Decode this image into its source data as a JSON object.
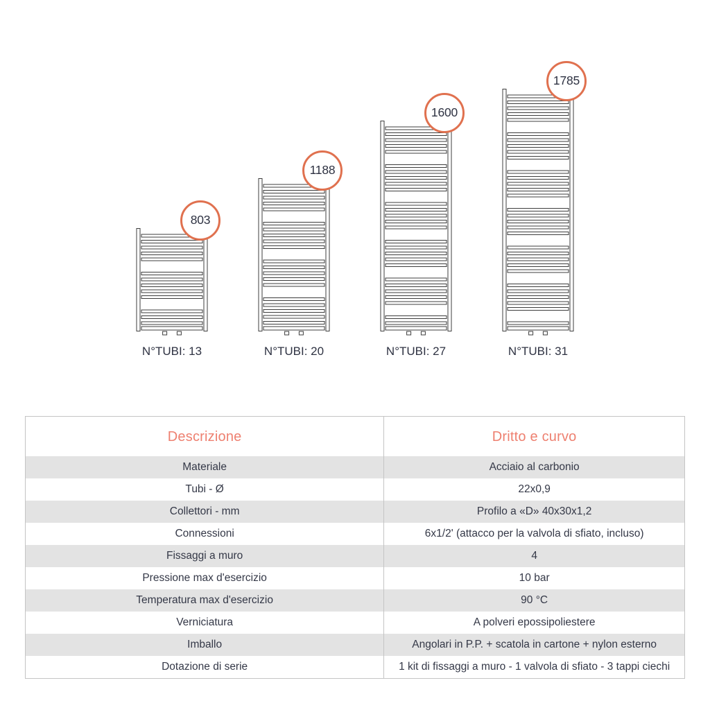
{
  "colors": {
    "accent_header": "#ee8070",
    "accent_circle": "#e0714f",
    "row_gray": "#e3e3e3",
    "text_dark": "#2e3242"
  },
  "diagram": {
    "radiators": [
      {
        "badge": "803",
        "tubes": 13,
        "tubes_label": "N°TUBI: 13"
      },
      {
        "badge": "1188",
        "tubes": 20,
        "tubes_label": "N°TUBI: 20"
      },
      {
        "badge": "1600",
        "tubes": 27,
        "tubes_label": "N°TUBI: 27"
      },
      {
        "badge": "1785",
        "tubes": 31,
        "tubes_label": "N°TUBI: 31"
      }
    ]
  },
  "table": {
    "header": {
      "left": "Descrizione",
      "right": "Dritto e curvo"
    },
    "rows": [
      {
        "label": "Materiale",
        "value": "Acciaio al carbonio"
      },
      {
        "label": "Tubi - Ø",
        "value": "22x0,9"
      },
      {
        "label": "Collettori - mm",
        "value": "Profilo a «D» 40x30x1,2"
      },
      {
        "label": "Connessioni",
        "value": "6x1/2' (attacco per la valvola di sfiato, incluso)"
      },
      {
        "label": "Fissaggi a muro",
        "value": "4"
      },
      {
        "label": "Pressione max d'esercizio",
        "value": "10 bar"
      },
      {
        "label": "Temperatura max d'esercizio",
        "value": "90 °C"
      },
      {
        "label": "Verniciatura",
        "value": "A polveri epossipoliestere"
      },
      {
        "label": "Imballo",
        "value": "Angolari in P.P. + scatola in cartone + nylon esterno"
      },
      {
        "label": "Dotazione di serie",
        "value": "1 kit di fissaggi a muro - 1 valvola di sfiato - 3 tappi ciechi"
      }
    ]
  }
}
